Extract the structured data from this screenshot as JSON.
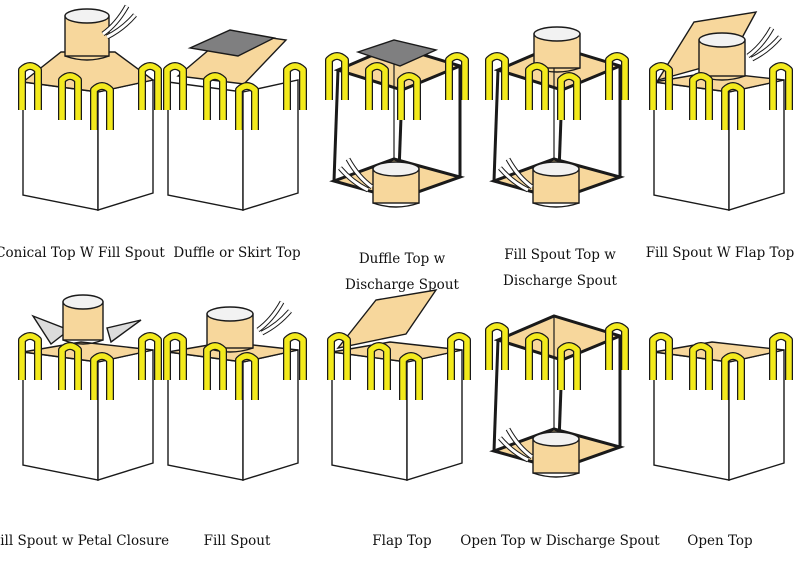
{
  "colors": {
    "tan": "#f7d79c",
    "tan_dark": "#e9c48a",
    "grey_top": "#7f7f80",
    "yellow": "#f3ea1c",
    "outline": "#1a1a1a",
    "strap_fabric": "#dcdcdc"
  },
  "items": [
    {
      "id": "conical-top-fill-spout",
      "style": "conical",
      "lines": [
        "Conical Top W Fill Spout"
      ]
    },
    {
      "id": "duffle-skirt-top",
      "style": "duffle",
      "lines": [
        "Duffle or Skirt Top"
      ]
    },
    {
      "id": "duffle-top-discharge",
      "style": "duffle-discharge",
      "lines": [
        "Duffle Top w",
        "Discharge Spout"
      ]
    },
    {
      "id": "fill-spout-top-discharge",
      "style": "spout-discharge",
      "lines": [
        "Fill Spout Top w",
        "Discharge Spout"
      ]
    },
    {
      "id": "fill-spout-flap-top",
      "style": "spout-flap",
      "lines": [
        "Fill Spout W Flap Top"
      ]
    },
    {
      "id": "fill-spout-petal-closure",
      "style": "petal",
      "lines": [
        "Fill Spout w Petal Closure"
      ]
    },
    {
      "id": "fill-spout",
      "style": "spout",
      "lines": [
        "Fill Spout"
      ]
    },
    {
      "id": "flap-top",
      "style": "flap",
      "lines": [
        "Flap Top"
      ]
    },
    {
      "id": "open-top-discharge",
      "style": "open-discharge",
      "lines": [
        "Open Top w Discharge Spout"
      ]
    },
    {
      "id": "open-top",
      "style": "open",
      "lines": [
        "Open Top"
      ]
    }
  ]
}
